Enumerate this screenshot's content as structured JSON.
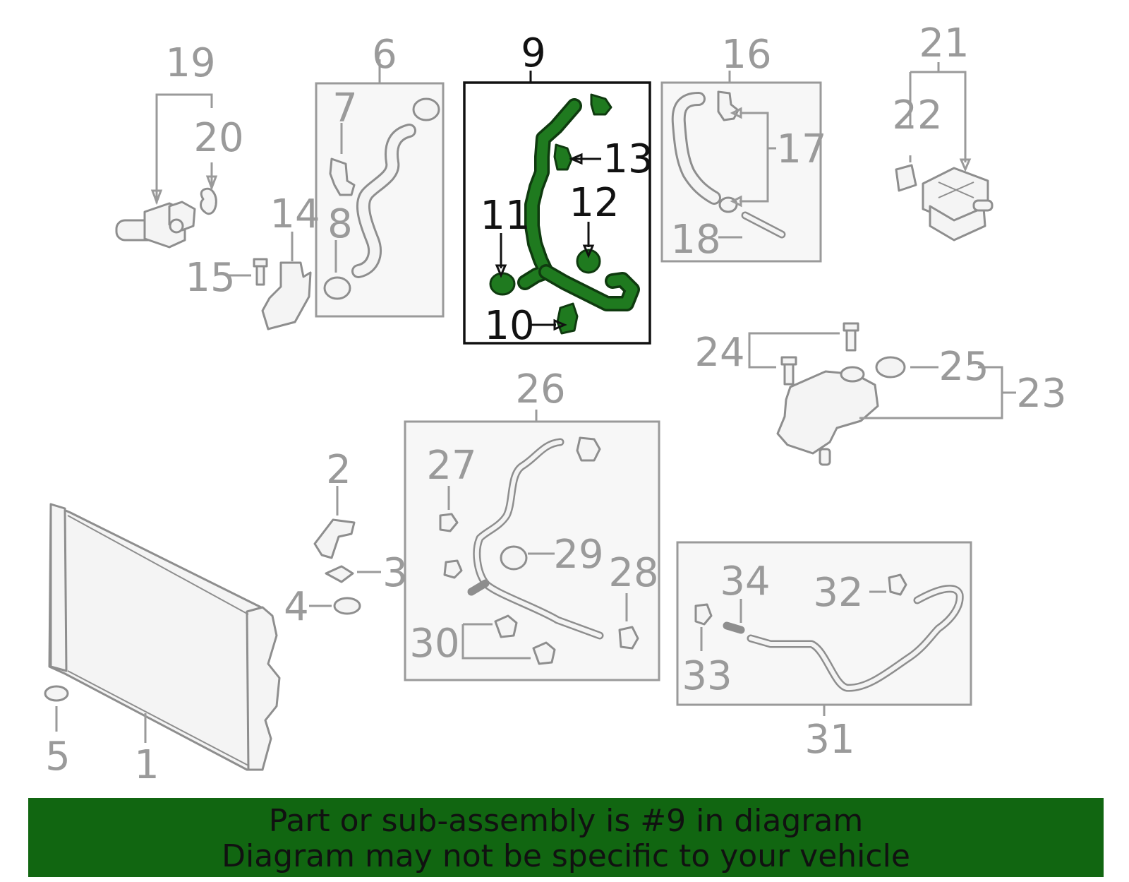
{
  "callouts": {
    "n1": "1",
    "n2": "2",
    "n3": "3",
    "n4": "4",
    "n5": "5",
    "n6": "6",
    "n7": "7",
    "n8": "8",
    "n9": "9",
    "n10": "10",
    "n11": "11",
    "n12": "12",
    "n13": "13",
    "n14": "14",
    "n15": "15",
    "n16": "16",
    "n17": "17",
    "n18": "18",
    "n19": "19",
    "n20": "20",
    "n21": "21",
    "n22": "22",
    "n23": "23",
    "n24": "24",
    "n25": "25",
    "n26": "26",
    "n27": "27",
    "n28": "28",
    "n29": "29",
    "n30": "30",
    "n31": "31",
    "n32": "32",
    "n33": "33",
    "n34": "34"
  },
  "highlighted_part": "9",
  "colors": {
    "highlight_green": "#1f7a1f",
    "banner_green": "#116611",
    "line_gray": "#9a9a9a",
    "box_fill": "#f7f7f7"
  },
  "banner": {
    "line1": "Part or sub-assembly is #9 in diagram",
    "line2": "Diagram may not be specific to your vehicle"
  }
}
